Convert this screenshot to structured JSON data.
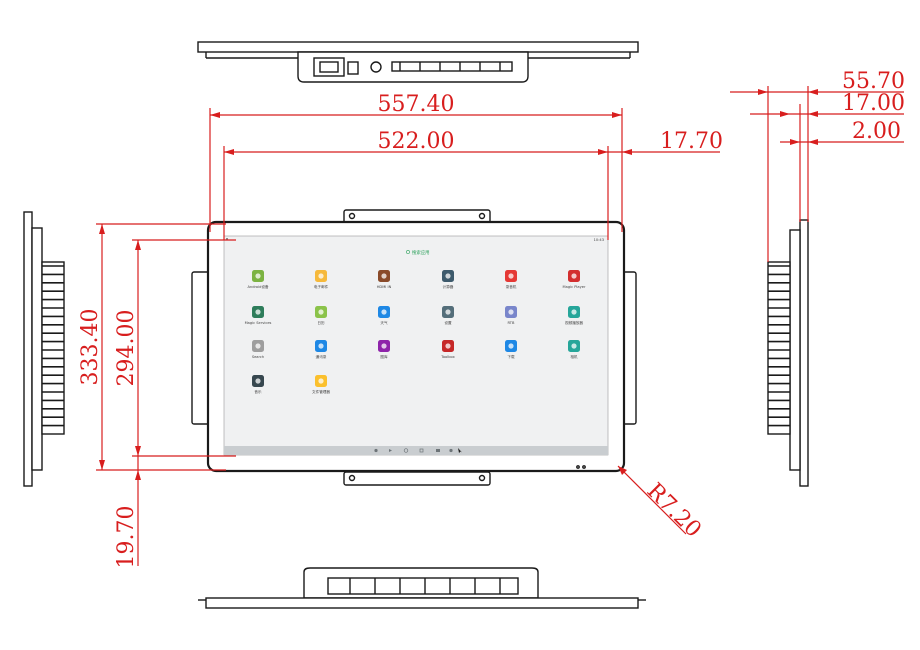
{
  "dimensions": {
    "overall_width": "557.40",
    "screen_width": "522.00",
    "side_margin": "17.70",
    "overall_height": "333.40",
    "screen_height": "294.00",
    "bottom_margin": "19.70",
    "corner_radius": "R7.20",
    "depth_total": "55.70",
    "depth_17": "17.00",
    "depth_2": "2.00"
  },
  "screen": {
    "search_label": "搜索应用",
    "status_text": "10:43",
    "apps": [
      {
        "label": "Android设备",
        "icon": "android-app-icon",
        "color": "#7cb342"
      },
      {
        "label": "电子邮件",
        "icon": "email-app-icon",
        "color": "#f6b93b"
      },
      {
        "label": "HDMI IN",
        "icon": "hdmi-app-icon",
        "color": "#8a4b2a"
      },
      {
        "label": "计算器",
        "icon": "calculator-app-icon",
        "color": "#3d5a6c"
      },
      {
        "label": "录音机",
        "icon": "recorder-app-icon",
        "color": "#e53935"
      },
      {
        "label": "Magic Player",
        "icon": "player-app-icon",
        "color": "#d32f2f"
      },
      {
        "label": "Magic Services",
        "icon": "services-app-icon",
        "color": "#2e7d5b"
      },
      {
        "label": "日历",
        "icon": "calendar-app-icon",
        "color": "#8bc34a"
      },
      {
        "label": "天气",
        "icon": "weather-app-icon",
        "color": "#1e88e5"
      },
      {
        "label": "设置",
        "icon": "settings-app-icon",
        "color": "#546e7a"
      },
      {
        "label": "RTB",
        "icon": "rtb-app-icon",
        "color": "#7986cb"
      },
      {
        "label": "视频播放器",
        "icon": "video-app-icon",
        "color": "#26a69a"
      },
      {
        "label": "Search",
        "icon": "search-app-icon",
        "color": "#9e9e9e"
      },
      {
        "label": "通讯录",
        "icon": "contacts-app-icon",
        "color": "#1e88e5"
      },
      {
        "label": "图库",
        "icon": "gallery-app-icon",
        "color": "#8e24aa"
      },
      {
        "label": "Toolbox",
        "icon": "toolbox-app-icon",
        "color": "#c62828"
      },
      {
        "label": "下载",
        "icon": "download-app-icon",
        "color": "#1e88e5"
      },
      {
        "label": "相机",
        "icon": "camera-app-icon",
        "color": "#26a69a"
      },
      {
        "label": "音乐",
        "icon": "music-app-icon",
        "color": "#37474f"
      },
      {
        "label": "文件管理器",
        "icon": "files-app-icon",
        "color": "#fbc02d"
      }
    ]
  },
  "colors": {
    "dimension": "#d81e1e",
    "outline": "#1a1a1a",
    "screen": "#f0f1f2",
    "navbar": "#c9cdd0"
  }
}
